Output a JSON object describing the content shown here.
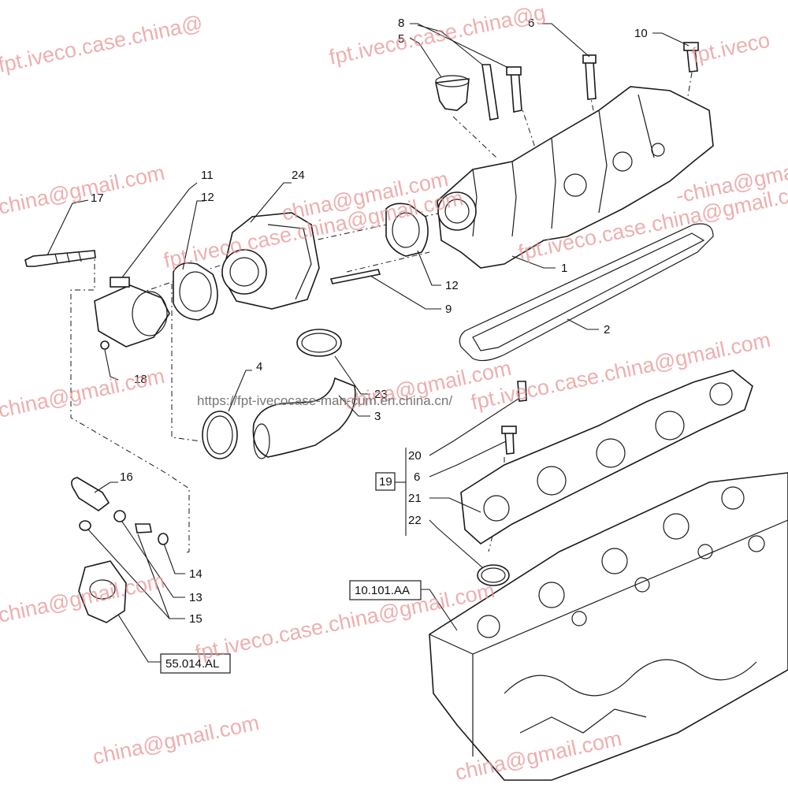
{
  "callouts": {
    "c1": "1",
    "c2": "2",
    "c3": "3",
    "c4": "4",
    "c5": "5",
    "c6a": "6",
    "c6b": "6",
    "c8": "8",
    "c9": "9",
    "c10": "10",
    "c11": "11",
    "c12a": "12",
    "c12b": "12",
    "c13": "13",
    "c14": "14",
    "c15": "15",
    "c16": "16",
    "c17": "17",
    "c18": "18",
    "c20": "20",
    "c21": "21",
    "c22": "22",
    "c23": "23",
    "c24": "24"
  },
  "references": {
    "group19": "19",
    "head_ref": "10.101.AA",
    "pump_ref": "55.014.AL"
  },
  "watermarks": {
    "w1": "fpt.iveco.case.china@",
    "w2": "fpt.iveco",
    "w3": "china@gmail.com",
    "w4": "-china@gmail.com",
    "w5": "fpt.iveco.case.china@g",
    "w6": "china@gmail.com",
    "w7": "fpt.iveco.case.china@gmail.com",
    "w8": "china@gmail.com",
    "w9": "fpt.iveco.case.china@gmail.com",
    "w10": "china@gmail.com",
    "w11": "fpt.iveco.case.china@gmail.com",
    "w12": "china@gmail.com",
    "url": "https://fpt-ivecocase-man-cum.en.china.cn/"
  },
  "colors": {
    "ink": "#1a1a1a",
    "watermark": "#e89595"
  }
}
